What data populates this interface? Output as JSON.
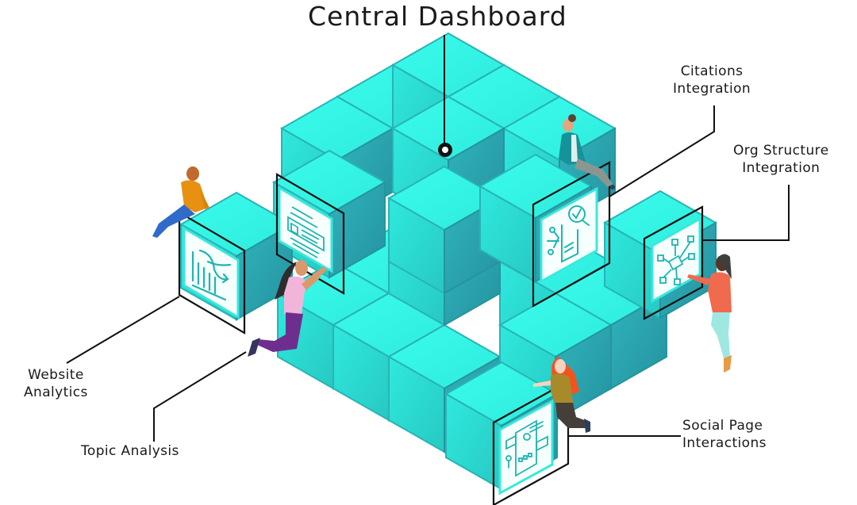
{
  "diagram": {
    "title": "Central Dashboard",
    "center_marker": "ring-node-icon",
    "colors": {
      "cube_top": "#33F5E5",
      "cube_left": "#2CCFC6",
      "cube_right": "#2BA6B0",
      "cube_edge": "#23919B",
      "icon_stroke": "#1FB5B0",
      "panel": "#F7FFFE",
      "line": "#111111"
    },
    "modules": [
      {
        "id": "citations",
        "lines": [
          "Citations",
          "Integration"
        ],
        "icon": "document-search-check-icon"
      },
      {
        "id": "org-structure",
        "lines": [
          "Org Structure",
          "Integration"
        ],
        "icon": "hierarchy-network-icon"
      },
      {
        "id": "website-analytics",
        "lines": [
          "Website",
          "Analytics"
        ],
        "icon": "bar-chart-trend-icon"
      },
      {
        "id": "topic-analysis",
        "lines": [
          "Topic Analysis"
        ],
        "icon": "layered-document-icon"
      },
      {
        "id": "social-page",
        "lines": [
          "Social Page",
          "Interactions"
        ],
        "icon": "mobile-social-chat-icon"
      }
    ],
    "people": [
      {
        "position": "left",
        "description": "man in orange sweater kneeling"
      },
      {
        "position": "top-right",
        "description": "man in teal jacket on cube"
      },
      {
        "position": "center-left",
        "description": "woman in pink top pushing panel"
      },
      {
        "position": "right",
        "description": "woman in coral top touching panel"
      },
      {
        "position": "bottom-right",
        "description": "woman in mustard top sitting"
      }
    ]
  }
}
